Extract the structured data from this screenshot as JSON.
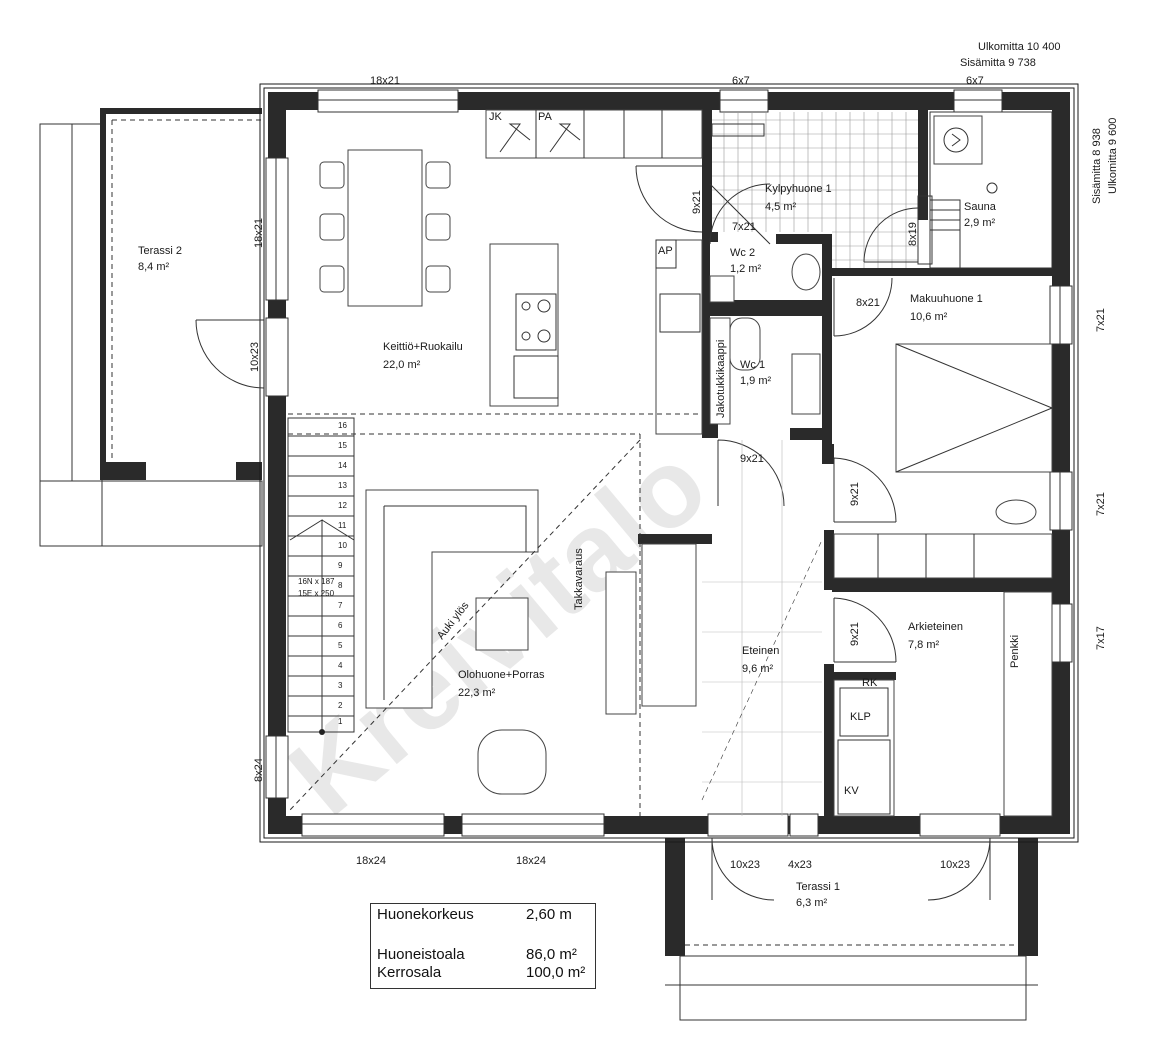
{
  "dimensions": {
    "outer_width": "Ulkomitta 10 400",
    "inner_width": "Sisämitta 9 738",
    "inner_depth": "Sisämitta 8 938",
    "outer_depth": "Ulkomitta 9 600"
  },
  "rooms": {
    "keittio": {
      "name": "Keittiö+Ruokailu",
      "area": "22,0 m²"
    },
    "olohuone": {
      "name": "Olohuone+Porras",
      "area": "22,3 m²"
    },
    "terassi2": {
      "name": "Terassi 2",
      "area": "8,4 m²"
    },
    "kylpyhuone": {
      "name": "Kylpyhuone 1",
      "area": "4,5 m²"
    },
    "sauna": {
      "name": "Sauna",
      "area": "2,9 m²"
    },
    "wc2": {
      "name": "Wc 2",
      "area": "1,2 m²"
    },
    "wc1": {
      "name": "Wc 1",
      "area": "1,9 m²"
    },
    "makuuhuone": {
      "name": "Makuuhuone 1",
      "area": "10,6 m²"
    },
    "eteinen": {
      "name": "Eteinen",
      "area": "9,6 m²"
    },
    "arkieteinen": {
      "name": "Arkieteinen",
      "area": "7,8 m²"
    },
    "terassi1": {
      "name": "Terassi 1",
      "area": "6,3 m²"
    }
  },
  "windows": {
    "w_top_kitchen": "18x21",
    "w_top_bath": "6x7",
    "w_top_sauna": "6x7",
    "w_left_kitchen": "18x21",
    "w_left_door": "10x23",
    "w_left_living": "8x24",
    "w_bottom_left": "18x24",
    "w_bottom_mid": "18x24",
    "w_bottom_door1": "10x23",
    "w_bottom_side": "4x23",
    "w_bottom_door2": "10x23",
    "w_right_1": "7x21",
    "w_right_2": "7x21",
    "w_right_3": "7x17"
  },
  "doors": {
    "d_bath": "9x21",
    "d_wc2": "7x21",
    "d_sauna": "8x19",
    "d_bed": "8x21",
    "d_wc1": "9x21",
    "d_bed2": "9x21",
    "d_utility": "9x21"
  },
  "labels": {
    "jk": "JK",
    "pa": "PA",
    "ap": "AP",
    "jakotukkikaappi": "Jakotukkikaappi",
    "takkavaraus": "Takkavaraus",
    "auki_ylos": "Auki ylös",
    "stair_spec_1": "16N x 187",
    "stair_spec_2": "15E x 250",
    "penkki": "Penkki",
    "rk": "RK",
    "klp": "KLP",
    "kv": "KV"
  },
  "stair_steps": [
    "1",
    "2",
    "3",
    "4",
    "5",
    "6",
    "7",
    "8",
    "9",
    "10",
    "11",
    "12",
    "13",
    "14",
    "15",
    "16"
  ],
  "watermark": "Kreivitalo",
  "summary": {
    "height_label": "Huonekorkeus",
    "height_value": "2,60 m",
    "area_label": "Huoneistoala",
    "area_value": "86,0 m²",
    "floor_label": "Kerrosala",
    "floor_value": "100,0 m²"
  }
}
